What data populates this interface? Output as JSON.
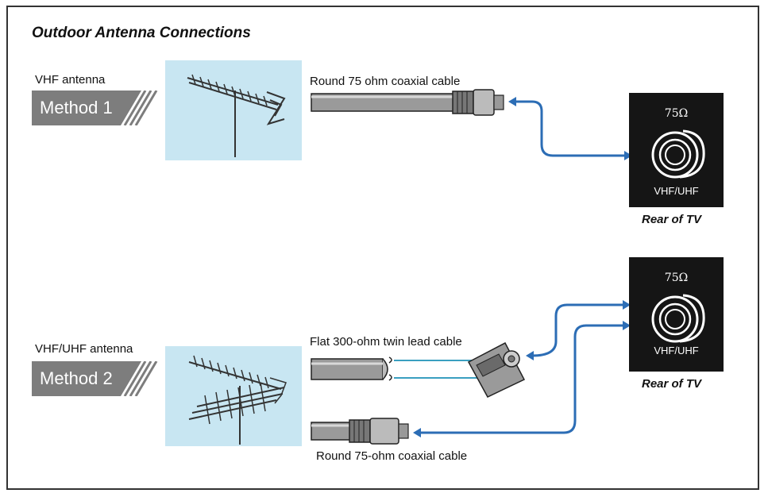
{
  "title": "Outdoor Antenna Connections",
  "method1": {
    "antenna_label": "VHF antenna",
    "method_label": "Method 1",
    "cable_label": "Round 75 ohm coaxial cable",
    "tv": {
      "impedance": "75Ω",
      "input_label": "VHF/UHF",
      "caption": "Rear of TV"
    }
  },
  "method2": {
    "antenna_label": "VHF/UHF antenna",
    "method_label": "Method 2",
    "twin_lead_label": "Flat 300-ohm twin lead cable",
    "coax_label": "Round 75-ohm coaxial cable",
    "tv": {
      "impedance": "75Ω",
      "input_label": "VHF/UHF",
      "caption": "Rear of TV"
    }
  },
  "colors": {
    "screen": "#c8e6f2",
    "arrow": "#2c6db5",
    "wire": "#3a9fc0",
    "method_bg": "#7d7d7d",
    "tv_panel": "#151515"
  }
}
